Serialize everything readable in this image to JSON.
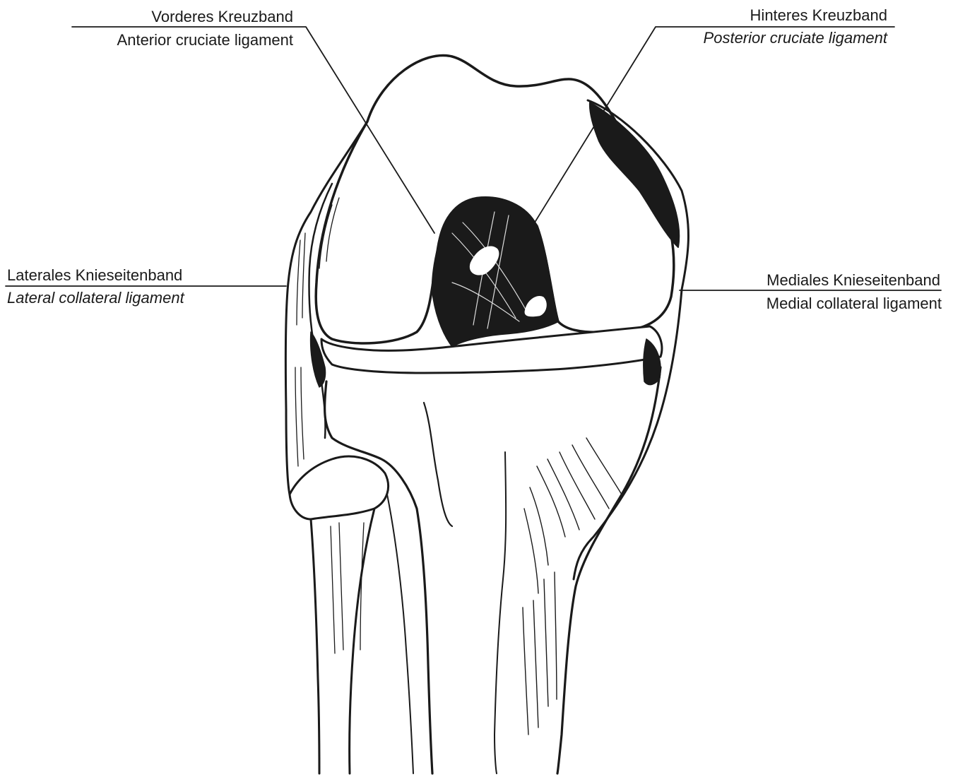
{
  "labels": {
    "acl": {
      "german": "Vorderes Kreuzband",
      "english": "Anterior cruciate ligament"
    },
    "pcl": {
      "german": "Hinteres Kreuzband",
      "english": "Posterior  cruciate ligament"
    },
    "lcl": {
      "german": "Laterales Knieseitenband",
      "english": "Lateral  collateral ligament"
    },
    "mcl": {
      "german": "Mediales Knieseitenband",
      "english": "Medial collateral ligament"
    }
  },
  "colors": {
    "ink": "#1a1a1a",
    "paper": "#ffffff"
  }
}
